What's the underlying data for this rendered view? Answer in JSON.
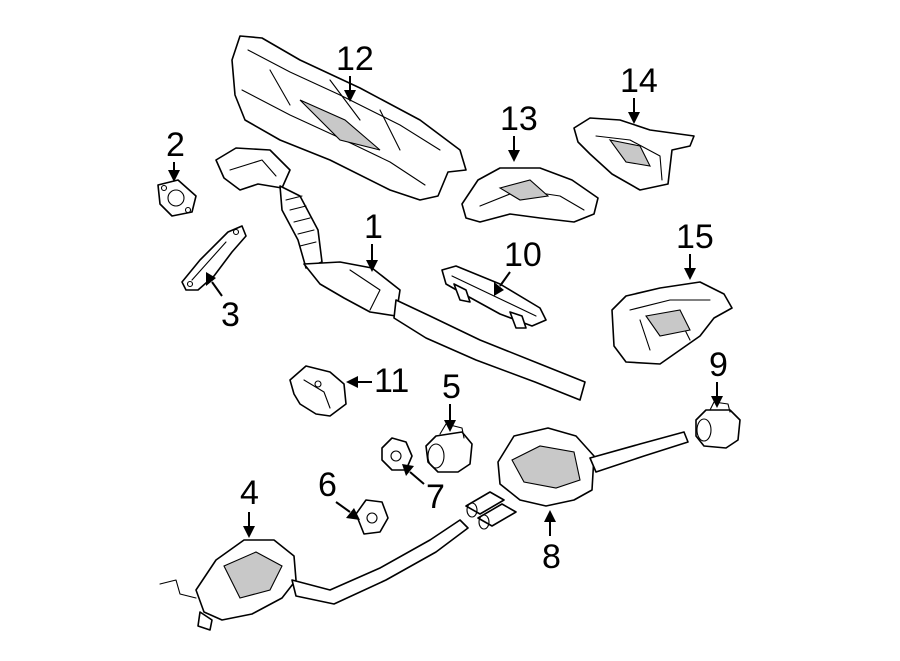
{
  "callouts": {
    "c1": "1",
    "c2": "2",
    "c3": "3",
    "c4": "4",
    "c5": "5",
    "c6": "6",
    "c7": "7",
    "c8": "8",
    "c9": "9",
    "c10": "10",
    "c11": "11",
    "c12": "12",
    "c13": "13",
    "c14": "14",
    "c15": "15"
  },
  "colors": {
    "line": "#000000",
    "background": "#ffffff",
    "shading": "#c8c8c8"
  }
}
